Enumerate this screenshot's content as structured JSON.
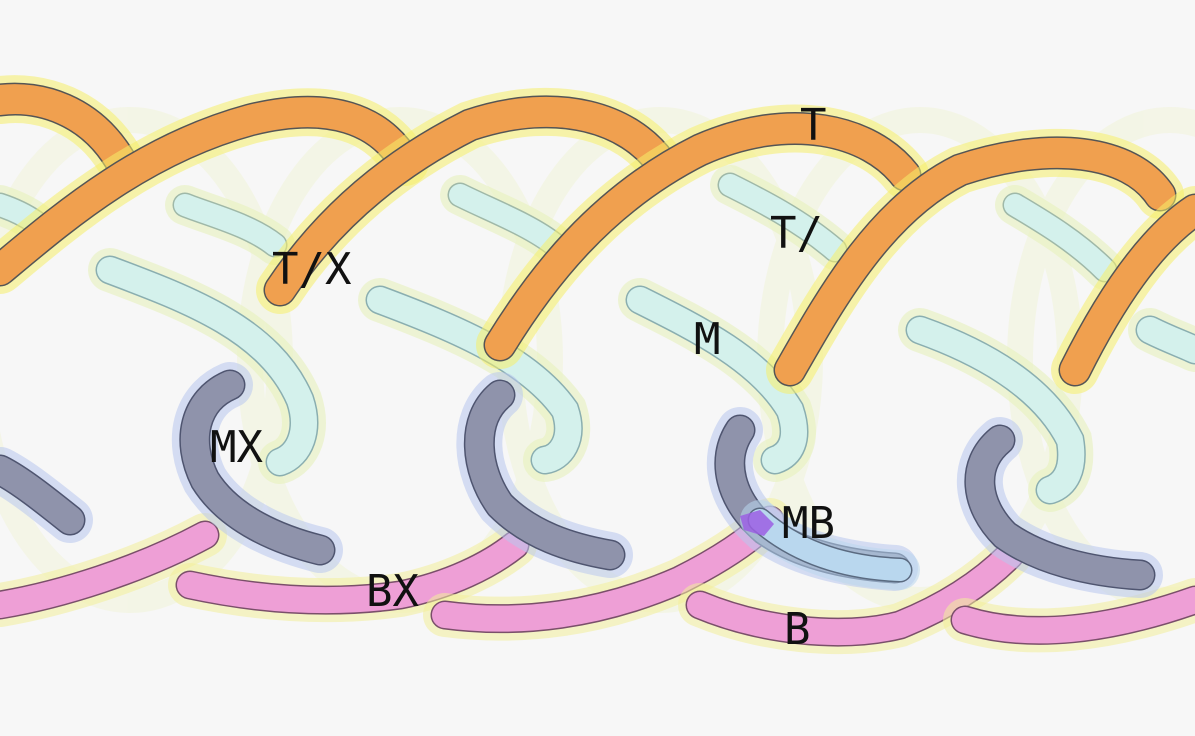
{
  "diagram": {
    "labels": {
      "t": "T",
      "t_slash": "T/",
      "t_slash_x": "T/X",
      "m": "M",
      "mx": "MX",
      "mb": "MB",
      "bx": "BX",
      "b": "B"
    },
    "colors": {
      "background": "#f7f7f7",
      "top_band": "#f0a04f",
      "top_band_glow": "#f6ee6a",
      "middle_band": "#d4f1ec",
      "middle_band_glow": "#e6f0b8",
      "middle_x_band": "#8f93ab",
      "middle_x_edge": "#b8c6ef",
      "bottom_band": "#ee9fd6",
      "bottom_band_glow": "#f3ef9a",
      "light_blue": "#b9d7ee",
      "highlight": "#9b5fe3",
      "outline": "#555555"
    }
  }
}
